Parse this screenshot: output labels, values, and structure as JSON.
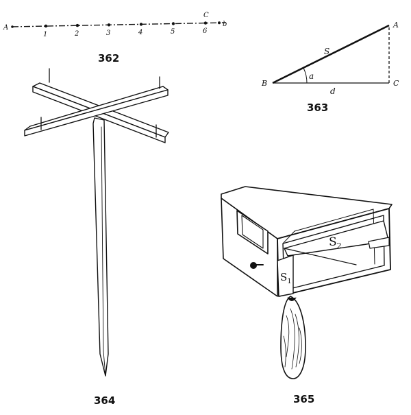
{
  "figures": {
    "fig362": {
      "number": "362",
      "end_left": "A",
      "end_right": "b",
      "top_label": "C",
      "points": [
        "1",
        "2",
        "3",
        "4",
        "5",
        "6"
      ]
    },
    "fig363": {
      "number": "363",
      "vertex_a": "A",
      "vertex_b": "B",
      "vertex_c": "C",
      "hyp_label": "S",
      "angle_label": "a",
      "base_label": "d"
    },
    "fig364": {
      "number": "364"
    },
    "fig365": {
      "number": "365",
      "label_s1": "S",
      "label_s1_sub": "1",
      "label_s2": "S",
      "label_s2_sub": "2"
    }
  }
}
